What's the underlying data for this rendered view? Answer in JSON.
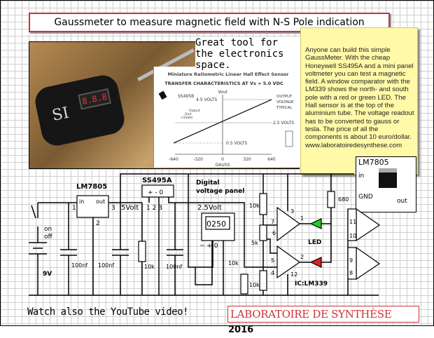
{
  "title": "Gaussmeter to measure magnetic field with N-S Pole indication",
  "photo": {
    "display": "8.8.8",
    "label": "SI"
  },
  "tagline": "Great tool for the electronics space.",
  "note": {
    "text": "Anyone can build this simple GaussMeter. With the cheap Honeywell SS495A and a mini panel voltmeter you can test a magnetic field. A window comparator with the LM339 shows the north- and south pole with a red or green LED. The Hall sensor is at the top of the aluminium tube. The voltage readout has to be converted to gauss or tesla. The price of all the components is about 10 euro/dollar. www.laboratoiredesynthese.com"
  },
  "lm7805_inset": {
    "title": "LM7805",
    "in": "in",
    "gnd": "GND",
    "out": "out"
  },
  "sensor_chart": {
    "title": "Miniature Ratiometric Linear Hall Effect Sensor",
    "subtitle": "TRANSFER CHARACTERISTICS AT Vs = 5.0 VDC",
    "part": "SS495B",
    "ylabel": "Vout",
    "xlabel": "GAUSS",
    "pins": [
      "Output",
      "Gnd",
      "+5Volts"
    ],
    "levels": [
      "4.5 VOLTS",
      "2.5 VOLTS",
      "0.5 VOLTS"
    ],
    "curve_label": [
      "OUTPUT",
      "VOLTAGE",
      "TYPICAL"
    ],
    "xticks": [
      "-640",
      "-320",
      "0",
      "320",
      "640"
    ],
    "chart_data": {
      "type": "line",
      "x": [
        -640,
        640
      ],
      "y": [
        0.5,
        4.5
      ],
      "xlabel": "GAUSS",
      "ylabel": "Vout"
    }
  },
  "schematic": {
    "regulator": "LM7805",
    "reg_in": "in",
    "reg_out": "out",
    "pin1": "1",
    "pin2": "2",
    "pin3": "3",
    "v5": "5Volt",
    "sensor": "SS495A",
    "sensor_pins": "+ - 0",
    "sensor_pin_nums": "1 2 3",
    "panel_title1": "Digital",
    "panel_title2": "voltage panel",
    "v25": "2.5Volt",
    "panel_display": "0250",
    "panel_pins": "~  +  0",
    "switch_on": "on",
    "switch_off": "off",
    "battery": "9V",
    "c1": "100nf",
    "c2": "100nf",
    "c3": "100nf",
    "r_sensor": "10k",
    "r_top": "10k",
    "pot": "5k",
    "r_mid": "10k",
    "r_bot": "10k",
    "r_led": "680",
    "p3": "3",
    "p7": "7",
    "p6": "6",
    "p1": "1",
    "p5": "5",
    "p4": "4",
    "p2": "2",
    "p12": "12",
    "p11": "11",
    "p10": "10",
    "p9": "9",
    "p8": "8",
    "led": "LED",
    "ic": "IC:LM339"
  },
  "footer": {
    "watch": "Watch also the YouTube video!",
    "brand": "LABORATOIRE DE SYNTHÈSE",
    "year": "2016"
  },
  "colors": {
    "frame": "#c8323c",
    "note": "#fff9a8",
    "led_green": "#22cc22",
    "led_red": "#dd2222"
  }
}
